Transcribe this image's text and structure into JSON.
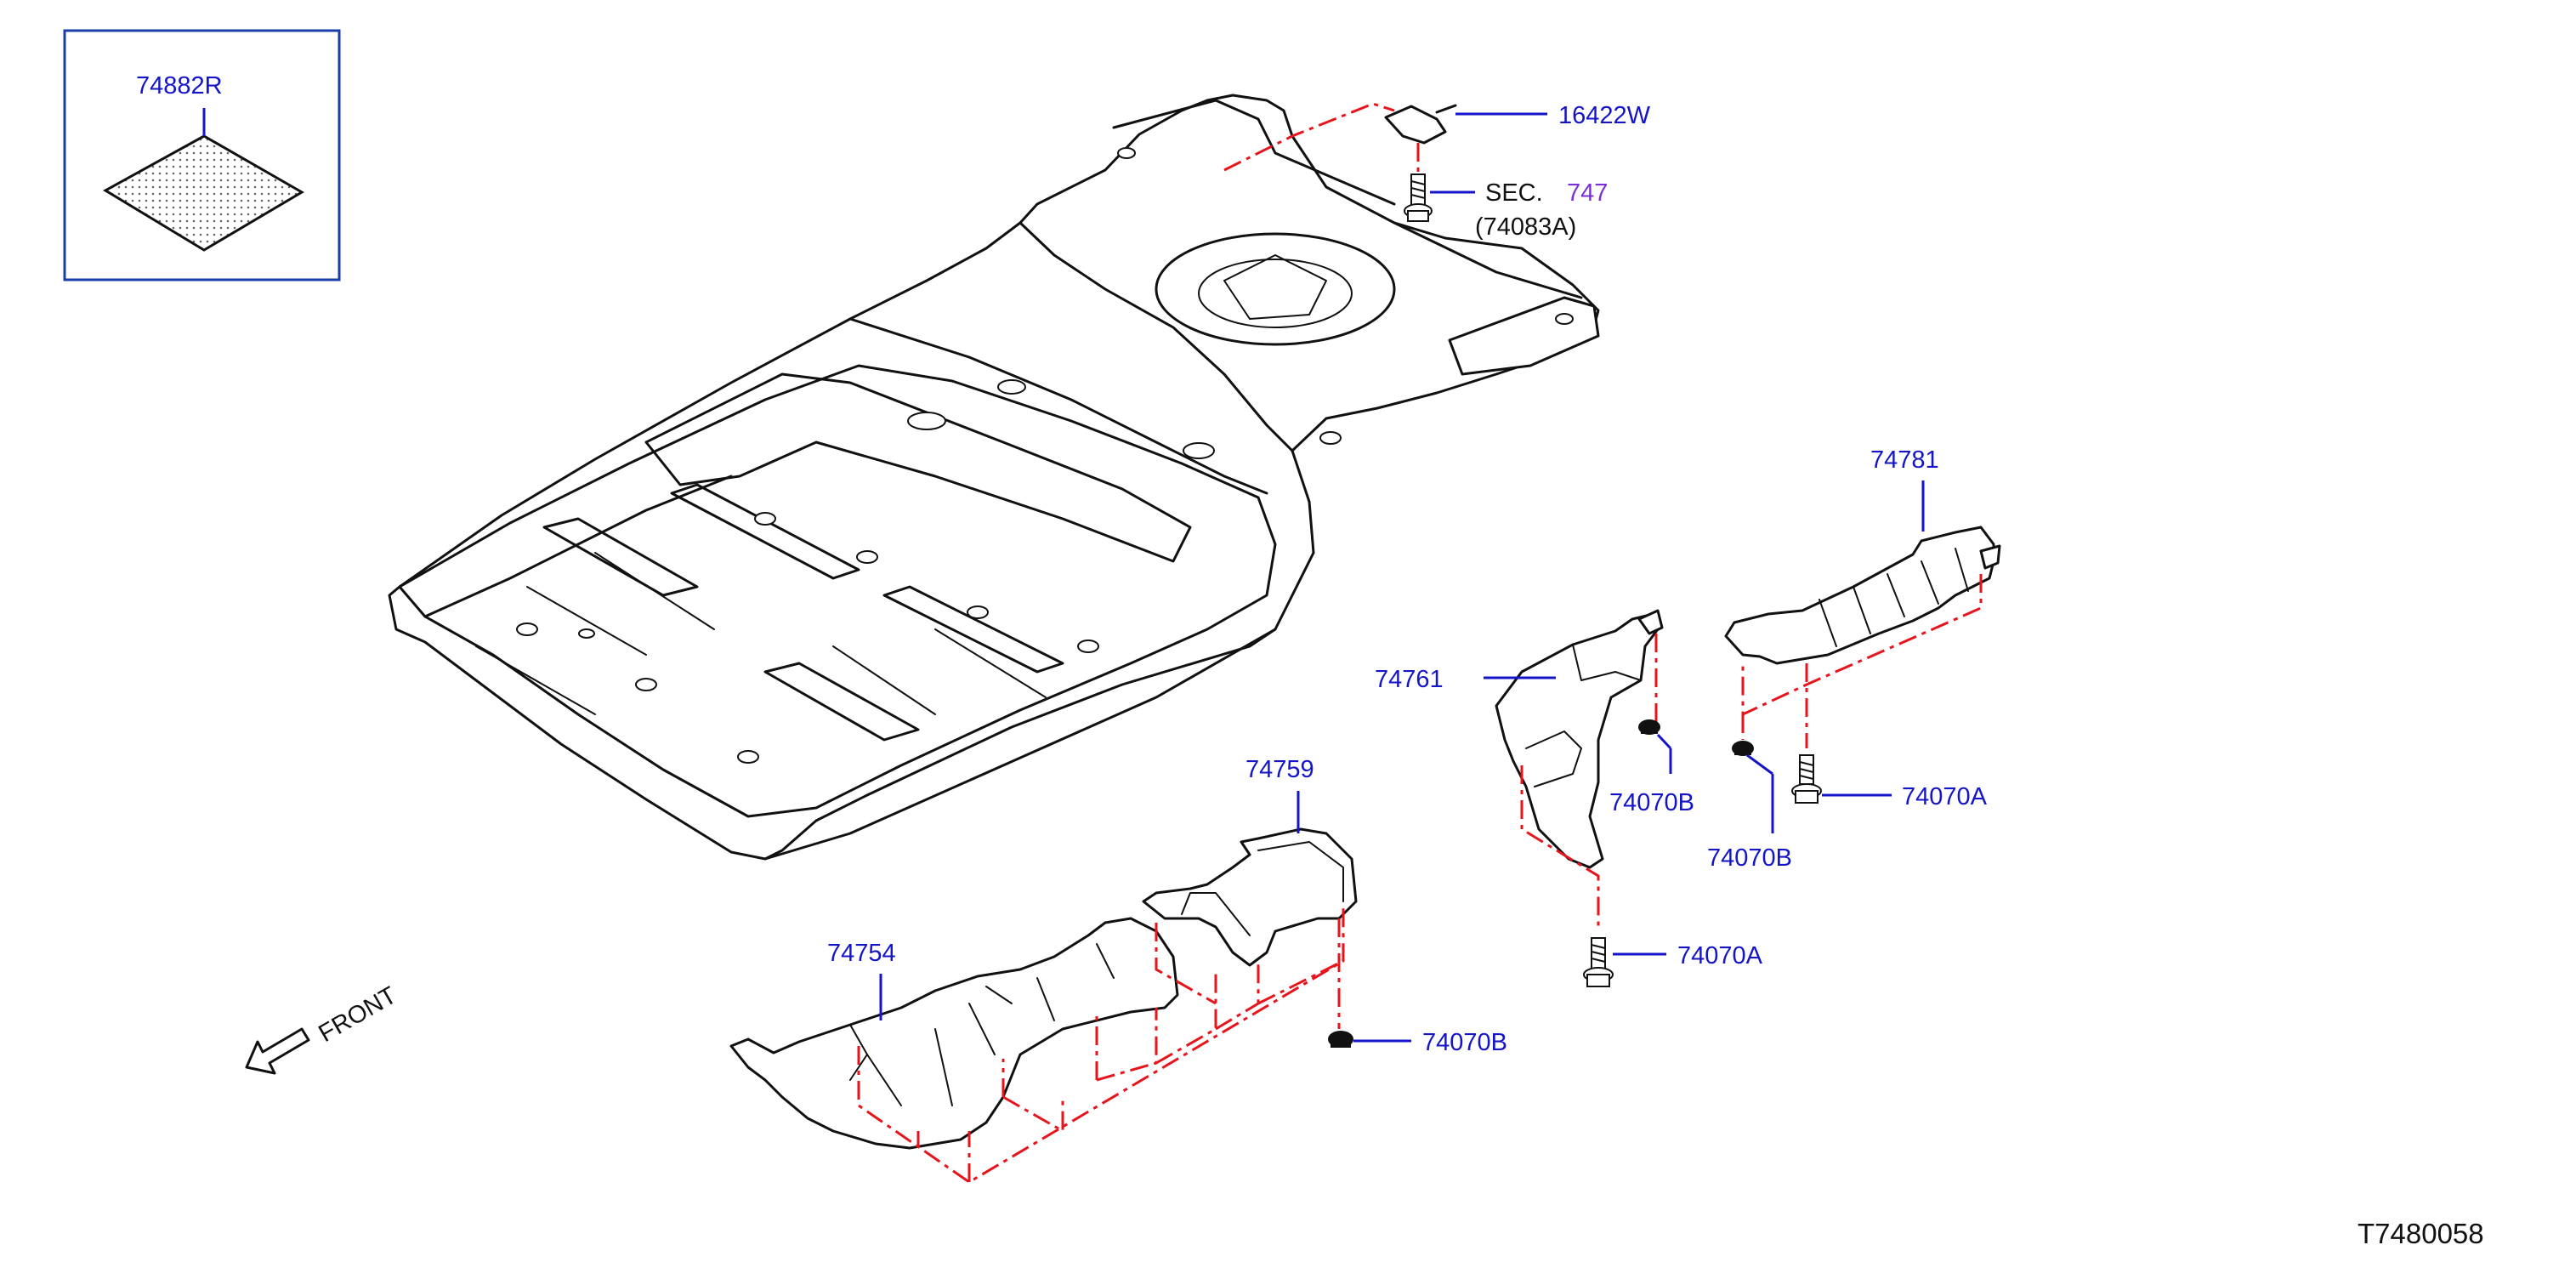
{
  "colors": {
    "part_label": "#1414c8",
    "leader": "#1414c8",
    "reference_section": "#7a2fd6",
    "phantom_line": "#e8141c",
    "drawing_line": "#111111",
    "inset_frame": "#1a3fa8"
  },
  "inset": {
    "part_number": "74882R"
  },
  "labels": {
    "p16422W": "16422W",
    "sec_prefix": "SEC.",
    "sec_number": "747",
    "sec_part": "(74083A)",
    "p74781": "74781",
    "p74761": "74761",
    "p74070B_a": "74070B",
    "p74070B_b": "74070B",
    "p74070A_a": "74070A",
    "p74759": "74759",
    "p74754": "74754",
    "p74070A_b": "74070A",
    "p74070B_c": "74070B"
  },
  "front_indicator": "FRONT",
  "diagram_code": "T7480058"
}
